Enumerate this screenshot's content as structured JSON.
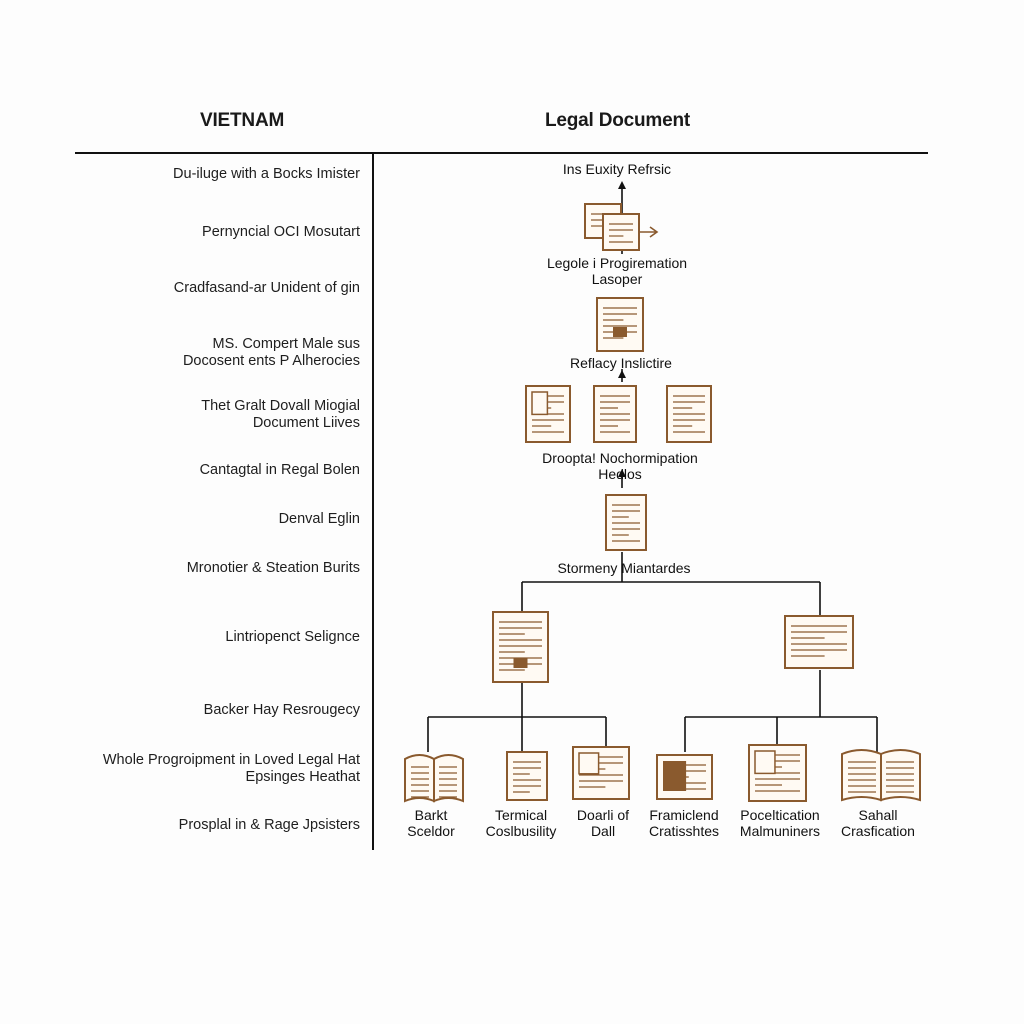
{
  "header": {
    "left_title": "VIETNAM",
    "right_title": "Legal Document"
  },
  "left_items": [
    [
      "Du-iluge with a Bocks Imister"
    ],
    [
      "Pernyncial OCI Mosutart"
    ],
    [
      "Cradfasand-ar Unident of gin"
    ],
    [
      "MS. Compert Male sus",
      "Docosent ents P Alherocies"
    ],
    [
      "Thet Gralt Dovall Miogial",
      "Document Liives"
    ],
    [
      "Cantagtal in Regal Bolen"
    ],
    [
      "Denval Eglin"
    ],
    [
      "Mronotier & Steation Burits"
    ],
    [
      "Lintriopenct Selignce"
    ],
    [
      "Backer Hay Resrougecy"
    ],
    [
      "Whole Progroipment in Loved Legal Hat",
      "Epsinges Heathat"
    ],
    [
      "Prosplal in & Rage Jpsisters"
    ]
  ],
  "diagram": {
    "nodes": [
      {
        "id": "n1",
        "label": [
          "Ins Euxity Refrsic"
        ]
      },
      {
        "id": "n2",
        "label": [
          "Legole i Progiremation",
          "Lasoper"
        ]
      },
      {
        "id": "n3",
        "label": [
          "Reflacy Inslictire"
        ]
      },
      {
        "id": "n4",
        "label": [
          "Droopta! Nochormipation",
          "Hedlos"
        ]
      },
      {
        "id": "n5",
        "label": [
          "Stormeny Miantardes"
        ]
      },
      {
        "id": "leaf1",
        "label": [
          "Barkt",
          "Sceldor"
        ]
      },
      {
        "id": "leaf2",
        "label": [
          "Termical",
          "Coslbusility"
        ]
      },
      {
        "id": "leaf3",
        "label": [
          "Doarli of",
          "Dall"
        ]
      },
      {
        "id": "leaf4",
        "label": [
          "Framiclend",
          "Cratisshtes"
        ]
      },
      {
        "id": "leaf5",
        "label": [
          "Poceltication",
          "Malmuniners"
        ]
      },
      {
        "id": "leaf6",
        "label": [
          "Sahall",
          "Crasfication"
        ]
      }
    ],
    "icon_color": "#8a5a2e"
  }
}
